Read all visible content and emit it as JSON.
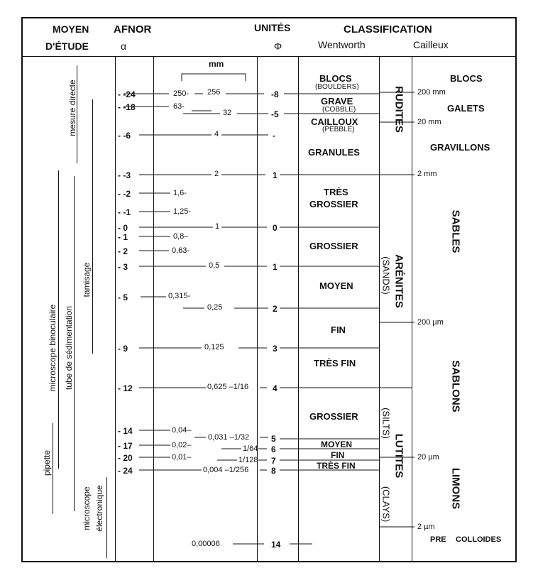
{
  "header": {
    "moyen": "MOYEN",
    "etude": "D'ÉTUDE",
    "afnor": "AFNOR",
    "alpha": "α",
    "unites": "UNITÉS",
    "phi": "Φ",
    "classification": "CLASSIFICATION",
    "wentworth": "Wentworth",
    "cailleux": "Cailleux"
  },
  "methods": {
    "mesure": "mesure directe",
    "tamisage": "tamisage",
    "tube": "tube de sédimentation",
    "microbino": "microscope binoculaire",
    "pipette": "pipette",
    "microelec1": "microscope",
    "microelec2": "électronique"
  },
  "mm_label": "mm",
  "rows": [
    {
      "alpha": "- -24",
      "mm": "250-",
      "mm2": "256",
      "phi": "-8"
    },
    {
      "alpha": "- -18",
      "mm": "63-",
      "mm2": "",
      "phi": ""
    },
    {
      "alpha": "",
      "mm": "",
      "mm2": "32",
      "phi": "-5"
    },
    {
      "alpha": "- -6",
      "mm": "",
      "mm2": "4",
      "phi": "-"
    },
    {
      "alpha": "- -3",
      "mm": "",
      "mm2": "2",
      "phi": "1"
    },
    {
      "alpha": "- -2",
      "mm": "1,6-",
      "mm2": "",
      "phi": ""
    },
    {
      "alpha": "- -1",
      "mm": "1,25-",
      "mm2": "",
      "phi": ""
    },
    {
      "alpha": "- 0",
      "mm": "",
      "mm2": "1",
      "phi": "0"
    },
    {
      "alpha": "- 1",
      "mm": "0,8–",
      "mm2": "",
      "phi": ""
    },
    {
      "alpha": "- 2",
      "mm": "0,63-",
      "mm2": "",
      "phi": ""
    },
    {
      "alpha": "- 3",
      "mm": "",
      "mm2": "0,5",
      "phi": "1"
    },
    {
      "alpha": "- 5",
      "mm": "0,315-",
      "mm2": "",
      "phi": ""
    },
    {
      "alpha": "",
      "mm": "",
      "mm2": "0,25",
      "phi": "2"
    },
    {
      "alpha": "- 9",
      "mm": "",
      "mm2": "0,125",
      "phi": "3"
    },
    {
      "alpha": "- 12",
      "mm": "",
      "mm2": "0,625 –1/16",
      "phi": "4"
    },
    {
      "alpha": "- 14",
      "mm": "0,04–",
      "mm2": "",
      "phi": ""
    },
    {
      "alpha": "",
      "mm": "",
      "mm2": "0,031 –1/32",
      "phi": "5"
    },
    {
      "alpha": "- 17",
      "mm": "0,02–",
      "mm2": "1/64",
      "phi": "6"
    },
    {
      "alpha": "- 20",
      "mm": "0,01–",
      "mm2": "1/128",
      "phi": "7"
    },
    {
      "alpha": "- 24",
      "mm": "",
      "mm2": "0,004 –1/256",
      "phi": "8"
    },
    {
      "alpha": "",
      "mm": "",
      "mm2": "0,00006",
      "phi": "14"
    }
  ],
  "wentworth": {
    "blocs": "BLOCS",
    "boulders": "(BOULDERS)",
    "grave": "GRAVE",
    "cobble": "(COBBLE)",
    "cailloux": "CAILLOUX",
    "pebble": "(PEBBLE)",
    "granules": "GRANULES",
    "tres": "TRÈS",
    "grossier": "GROSSIER",
    "grossier2": "GROSSIER",
    "moyen": "MOYEN",
    "fin": "FIN",
    "tresfin": "TRÈS FIN",
    "grossier3": "GROSSIER",
    "moyen2": "MOYEN",
    "fin2": "FIN",
    "tresfin2": "TRÈS FIN"
  },
  "groups": {
    "rudites": "RUDITES",
    "arenites": "ARÉNITES",
    "sands": "(SANDS)",
    "lutites": "LUTITES",
    "silts": "(SILTS)",
    "clays": "(CLAYS)"
  },
  "cailleux": {
    "blocs": "BLOCS",
    "mm200": "200 mm",
    "galets": "GALETS",
    "mm20": "20 mm",
    "gravillons": "GRAVILLONS",
    "mm2": "2 mm",
    "sables": "SABLES",
    "um200": "200 µm",
    "sablons": "SABLONS",
    "um20": "20 µm",
    "limons": "LIMONS",
    "um2": "2 µm",
    "pre": "PRE",
    "colloides": "COLLOIDES"
  }
}
